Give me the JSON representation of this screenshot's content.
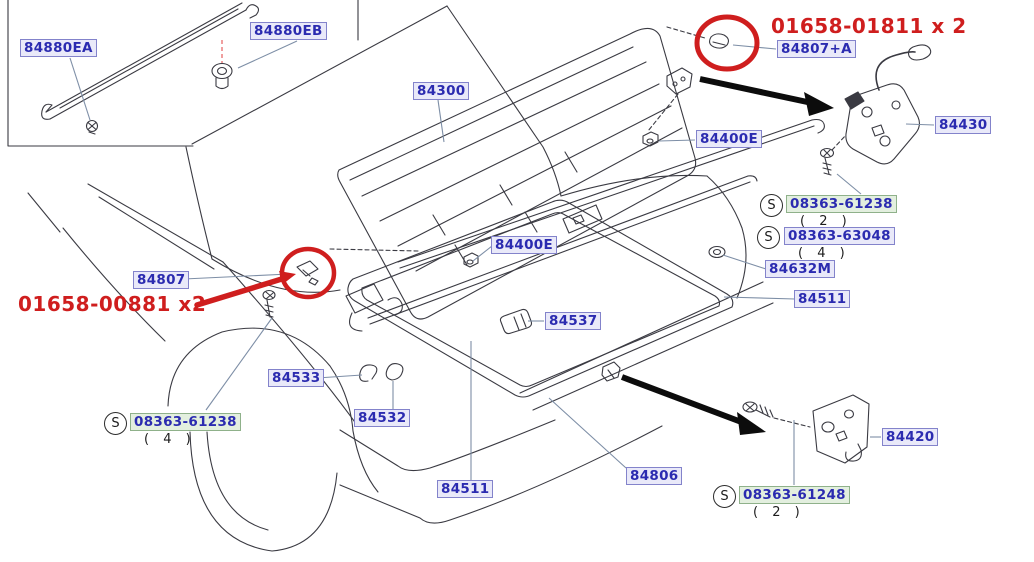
{
  "labels": {
    "l84880EA": "84880EA",
    "l84880EB": "84880EB",
    "l84300": "84300",
    "l84807A": "84807+A",
    "l84430": "84430",
    "l84400E_top": "84400E",
    "l84400E_mid": "84400E",
    "l84632M": "84632M",
    "l84807": "84807",
    "l84511_right": "84511",
    "l84537": "84537",
    "l84533": "84533",
    "l84532": "84532",
    "l84511_bottom": "84511",
    "l84806": "84806",
    "l84420": "84420"
  },
  "fasteners": {
    "s_prefix": "S",
    "f1": {
      "number": "08363-61238",
      "qty": "( 2 )"
    },
    "f2": {
      "number": "08363-63048",
      "qty": "( 4 )"
    },
    "f3": {
      "number": "08363-61238",
      "qty": "( 4 )"
    },
    "f4": {
      "number": "08363-61248",
      "qty": "( 2 )"
    }
  },
  "red_notes": {
    "top": "01658-01811 x 2",
    "left": "01658-00881 x2"
  },
  "icons": {
    "red_circle_top": "highlight-circle",
    "red_circle_left": "highlight-circle",
    "black_arrow_upper": "direction-arrow",
    "black_arrow_lower": "direction-arrow",
    "pink_line": "fastener-position-dash"
  },
  "colors": {
    "label_text": "#2b2bb0",
    "label_bg": "#e9e9f9",
    "label_border": "#8383cb",
    "label_bg_alt": "#e3efdf",
    "label_border_alt": "#8fb18a",
    "red_annotation": "#cf1e1e",
    "line_art": "#3a3a42",
    "leader_line": "#7d8ea6",
    "pink_dash": "#f09f9f"
  }
}
